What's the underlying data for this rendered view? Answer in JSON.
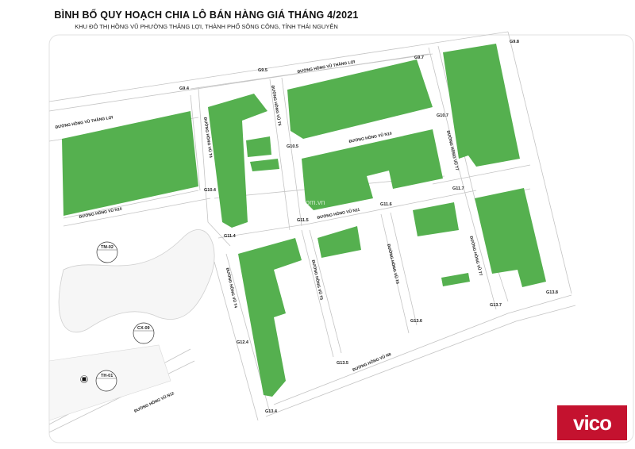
{
  "header": {
    "title": "BÌNH BỐ QUY HOẠCH CHIA LÔ BÁN HÀNG GIÁ THÁNG 4/2021",
    "subtitle": "KHU ĐÔ THỊ HỒNG VŨ PHƯỜNG THẮNG LỢI, THÀNH PHỐ SÔNG CÔNG, TỈNH THÁI NGUYÊN"
  },
  "roads": {
    "thang_loi": "ĐƯỜNG HỒNG VŨ THẮNG LỢI",
    "n10": "ĐƯỜNG HỒNG VŨ N10",
    "n11": "ĐƯỜNG HỒNG VŨ N11",
    "n8": "ĐƯỜNG HỒNG VŨ N8",
    "n12": "ĐƯỜNG HỒNG VŨ N12",
    "t4": "ĐƯỜNG HỒNG VŨ T4",
    "t5": "ĐƯỜNG HỒNG VŨ T5",
    "t6": "ĐƯỜNG HỒNG VŨ T6",
    "t7": "ĐƯỜNG HỒNG VŨ T7"
  },
  "nodes": {
    "g98": "G9.8",
    "g97": "G9.7",
    "g95": "G9.5",
    "g94": "G9.4",
    "g107": "G10.7",
    "g105": "G10.5",
    "g104": "G10.4",
    "g117": "G11.7",
    "g116": "G11.6",
    "g115": "G11.5",
    "g114": "G11.4",
    "g124": "G12.4",
    "g134": "G13.4",
    "g135": "G13.5",
    "g136": "G13.6",
    "g137": "G13.7",
    "g138": "G13.8"
  },
  "zones": {
    "tm02": "TM-02",
    "cx09": "CX-09",
    "th01": "TH-01"
  },
  "watermark": ".com.vn",
  "logo": "vico",
  "colors": {
    "green": "#55b04f",
    "road": "#c9c9c9",
    "logo_bg": "#c4122f"
  }
}
